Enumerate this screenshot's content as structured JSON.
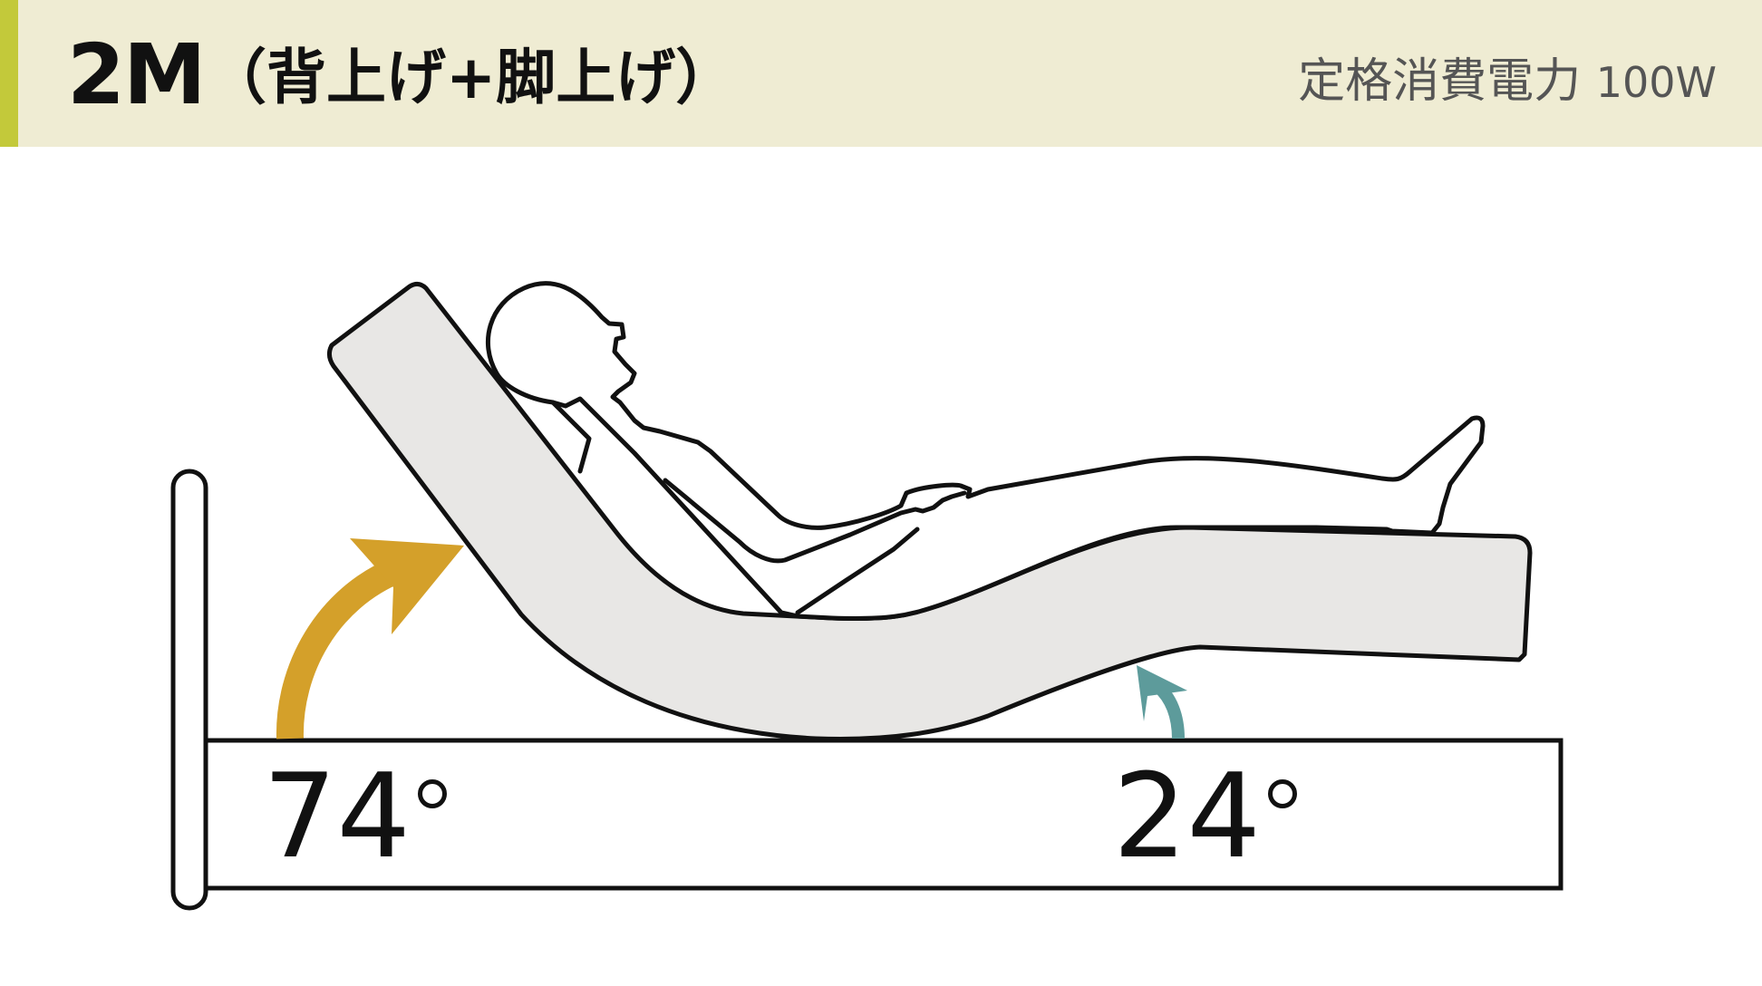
{
  "header": {
    "model": "2M",
    "subtitle": "（背上げ+脚上げ）",
    "power_label": "定格消費電力",
    "power_value": "100W"
  },
  "angles": {
    "back": "74",
    "leg": "24"
  },
  "colors": {
    "header_bg": "#efecd3",
    "accent_bar": "#c3c93a",
    "back_arrow": "#d4a02a",
    "leg_arrow": "#5d9b9b",
    "mattress_fill": "#e8e7e5",
    "outline": "#111111"
  },
  "icons": {
    "back_arrow": "curved-arrow-up-right",
    "leg_arrow": "curved-arrow-up-right"
  }
}
